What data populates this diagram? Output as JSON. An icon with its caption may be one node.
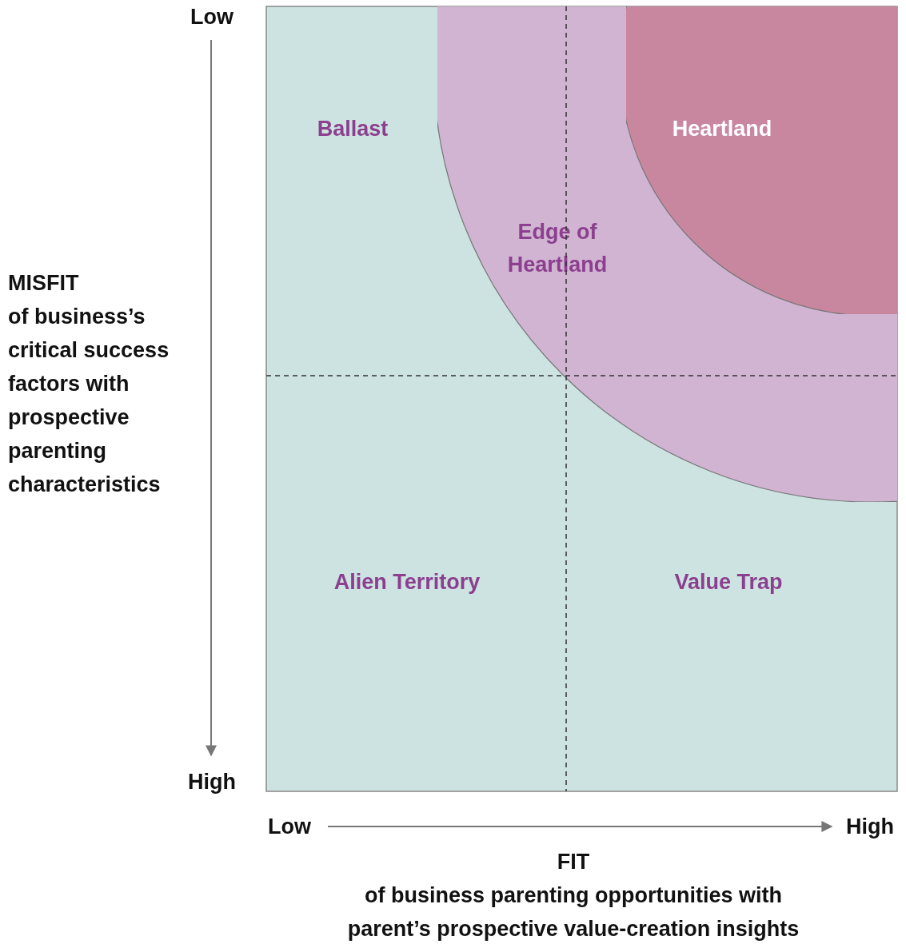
{
  "diagram": {
    "nodes": [
      {
        "text": [
          "Edge of Heartland"
        ]
      },
      {
        "text": [
          "Heartland"
        ],
        "in": 0
      }
    ],
    "labels": [
      "Low",
      "Ballast",
      "MISFIT",
      "of business’s critical success factors with prospective parenting characteristics",
      "Alien Territory",
      "Value Trap",
      "High",
      "Low",
      "High",
      "FIT",
      "of business parenting opportunities with parent’s prospective value-creation insights"
    ]
  }
}
